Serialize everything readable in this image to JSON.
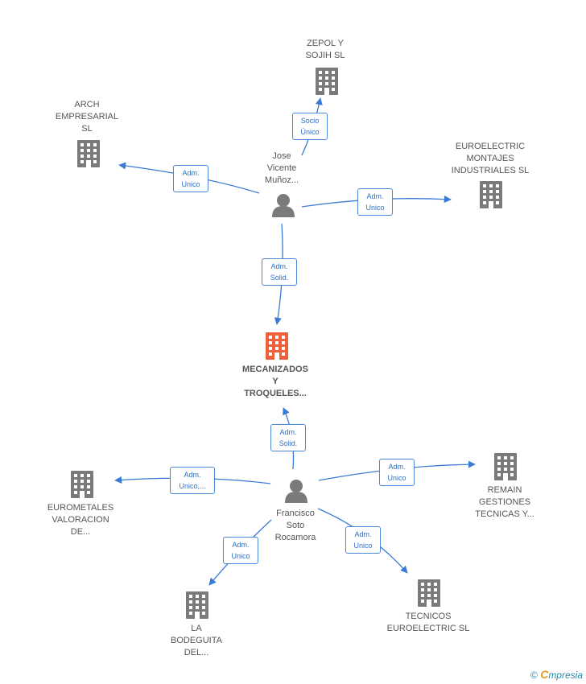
{
  "colors": {
    "edge": "#3a7bd5",
    "building": "#7a7a7a",
    "building_center": "#f0603a",
    "person": "#7a7a7a"
  },
  "persons": [
    {
      "id": "jose",
      "label": [
        "Jose",
        "Vicente",
        "Muñoz..."
      ]
    },
    {
      "id": "francisco",
      "label": [
        "Francisco",
        "Soto",
        "Rocamora"
      ]
    }
  ],
  "companies": [
    {
      "id": "zepol",
      "label": [
        "ZEPOL Y",
        "SOJIH  SL"
      ]
    },
    {
      "id": "arch",
      "label": [
        "ARCH",
        "EMPRESARIAL",
        "SL"
      ]
    },
    {
      "id": "euroelectric",
      "label": [
        "EUROELECTRIC",
        "MONTAJES",
        "INDUSTRIALES SL"
      ]
    },
    {
      "id": "mecanizados",
      "label": [
        "MECANIZADOS",
        "Y",
        "TROQUELES..."
      ]
    },
    {
      "id": "eurometales",
      "label": [
        "EUROMETALES",
        "VALORACION",
        "DE..."
      ]
    },
    {
      "id": "remain",
      "label": [
        "REMAIN",
        "GESTIONES",
        "TECNICAS Y..."
      ]
    },
    {
      "id": "bodeguita",
      "label": [
        "LA",
        "BODEGUITA",
        "DEL..."
      ]
    },
    {
      "id": "tecnicos",
      "label": [
        "TECNICOS",
        "EUROELECTRIC SL"
      ]
    }
  ],
  "edges": [
    {
      "id": "jose-zepol",
      "label": [
        "Socio",
        "Único"
      ]
    },
    {
      "id": "jose-arch",
      "label": [
        "Adm.",
        "Unico"
      ]
    },
    {
      "id": "jose-euroelectric",
      "label": [
        "Adm.",
        "Unico"
      ]
    },
    {
      "id": "jose-mecanizados",
      "label": [
        "Adm.",
        "Solid."
      ]
    },
    {
      "id": "francisco-mecanizados",
      "label": [
        "Adm.",
        "Solid."
      ]
    },
    {
      "id": "francisco-eurometales",
      "label": [
        "Adm.",
        "Unico,..."
      ]
    },
    {
      "id": "francisco-remain",
      "label": [
        "Adm.",
        "Unico"
      ]
    },
    {
      "id": "francisco-bodeguita",
      "label": [
        "Adm.",
        "Unico"
      ]
    },
    {
      "id": "francisco-tecnicos",
      "label": [
        "Adm.",
        "Unico"
      ]
    }
  ],
  "footer": {
    "copyright": "©",
    "brand_first": "C",
    "brand_rest": "mpresia"
  }
}
